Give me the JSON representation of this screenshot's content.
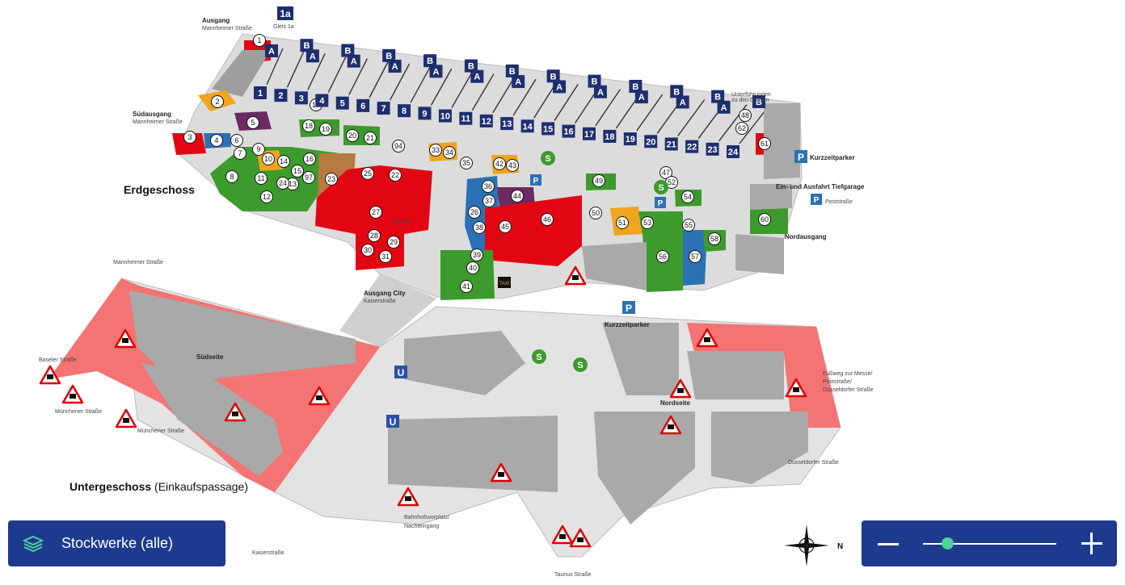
{
  "map": {
    "floors": {
      "upper": "Erdgeschoss",
      "lower": "Untergeschoss",
      "lower_suffix": "(Einkaufspassage)"
    },
    "labels": {
      "ausgang_top": "Ausgang",
      "ausgang_top_sub": "Mannheimer Straße",
      "gleis_1a": "Gleis 1a",
      "suedausgang": "Südausgang",
      "suedausgang_sub": "Mannheimer Straße",
      "kurzzeitparker_right": "Kurzzeitparker",
      "tiefgarage": "Ein- und Ausfahrt Tiefgarage",
      "poststrasse_right": "Poststraße",
      "nordausgang": "Nordausgang",
      "ausgang_city": "Ausgang City",
      "ausgang_city_sub": "Kaiserstraße",
      "kurzzeitparker_mid": "Kurzzeitparker",
      "unterfuehrungen_1": "Unterführungen",
      "unterfuehrungen_2": "zu den Gleisen",
      "mannheimer_lower": "Mannheimer Straße",
      "baseler": "Baseler Straße",
      "muenchener_1": "Münchener Straße",
      "muenchener_2": "Münchener Straße",
      "suedseite": "Südseite",
      "nordseite": "Nordseite",
      "fussweg_1": "Fußweg zur Messe/",
      "fussweg_2": "Poststraße/",
      "fussweg_3": "Düsseldorfer Straße",
      "duesseldorfer": "Düsseldorfer Straße",
      "bahnhofsvorplatz_1": "Bahnhofsvorplatz/",
      "bahnhofsvorplatz_2": "Nachteingang",
      "kaiserstrasse_bottom": "Kaiserstraße",
      "taunus": "Taunus Straße",
      "taxi": "TAXI",
      "lounge": "Lounge",
      "ic": "IC",
      "gleis_1a_badge": "1a",
      "compass_n": "N"
    },
    "tracks": [
      "1",
      "2",
      "3",
      "4",
      "5",
      "6",
      "7",
      "8",
      "9",
      "10",
      "11",
      "12",
      "13",
      "14",
      "15",
      "16",
      "17",
      "18",
      "19",
      "20",
      "21",
      "22",
      "23",
      "24"
    ],
    "sections": [
      "A",
      "B",
      "A",
      "B",
      "A",
      "B",
      "A",
      "B",
      "A",
      "B",
      "A",
      "B",
      "A",
      "B",
      "A",
      "B",
      "A",
      "B",
      "A",
      "B",
      "A",
      "B",
      "A",
      "B"
    ],
    "shop_numbers": [
      "1",
      "2",
      "3",
      "4",
      "5",
      "6",
      "7",
      "8",
      "9",
      "10",
      "11",
      "12",
      "13",
      "14",
      "15",
      "16",
      "17",
      "18",
      "19",
      "20",
      "21",
      "22",
      "23",
      "24",
      "25",
      "26",
      "27",
      "28",
      "29",
      "30",
      "31",
      "33",
      "34",
      "35",
      "36",
      "37",
      "38",
      "39",
      "40",
      "41",
      "42",
      "43",
      "44",
      "45",
      "46",
      "47",
      "48",
      "49",
      "50",
      "51",
      "52",
      "53",
      "54",
      "55",
      "56",
      "57",
      "58",
      "60",
      "61",
      "62",
      "94",
      "97"
    ]
  },
  "controls": {
    "floors_button": "Stockwerke (alle)",
    "zoom_level": 0.18
  },
  "colors": {
    "panel": "#1d3a8f",
    "accent": "#4dd09a",
    "food": "#3d9a2d",
    "services": "#e20613",
    "shop_blue": "#2a72b5",
    "shop_orange": "#f0a51e",
    "shop_brown": "#b77a40",
    "shop_purple": "#6b2a63",
    "floor_grey": "#dcdcdc",
    "wall_grey": "#a9a9a9",
    "construction": "#f37473"
  }
}
